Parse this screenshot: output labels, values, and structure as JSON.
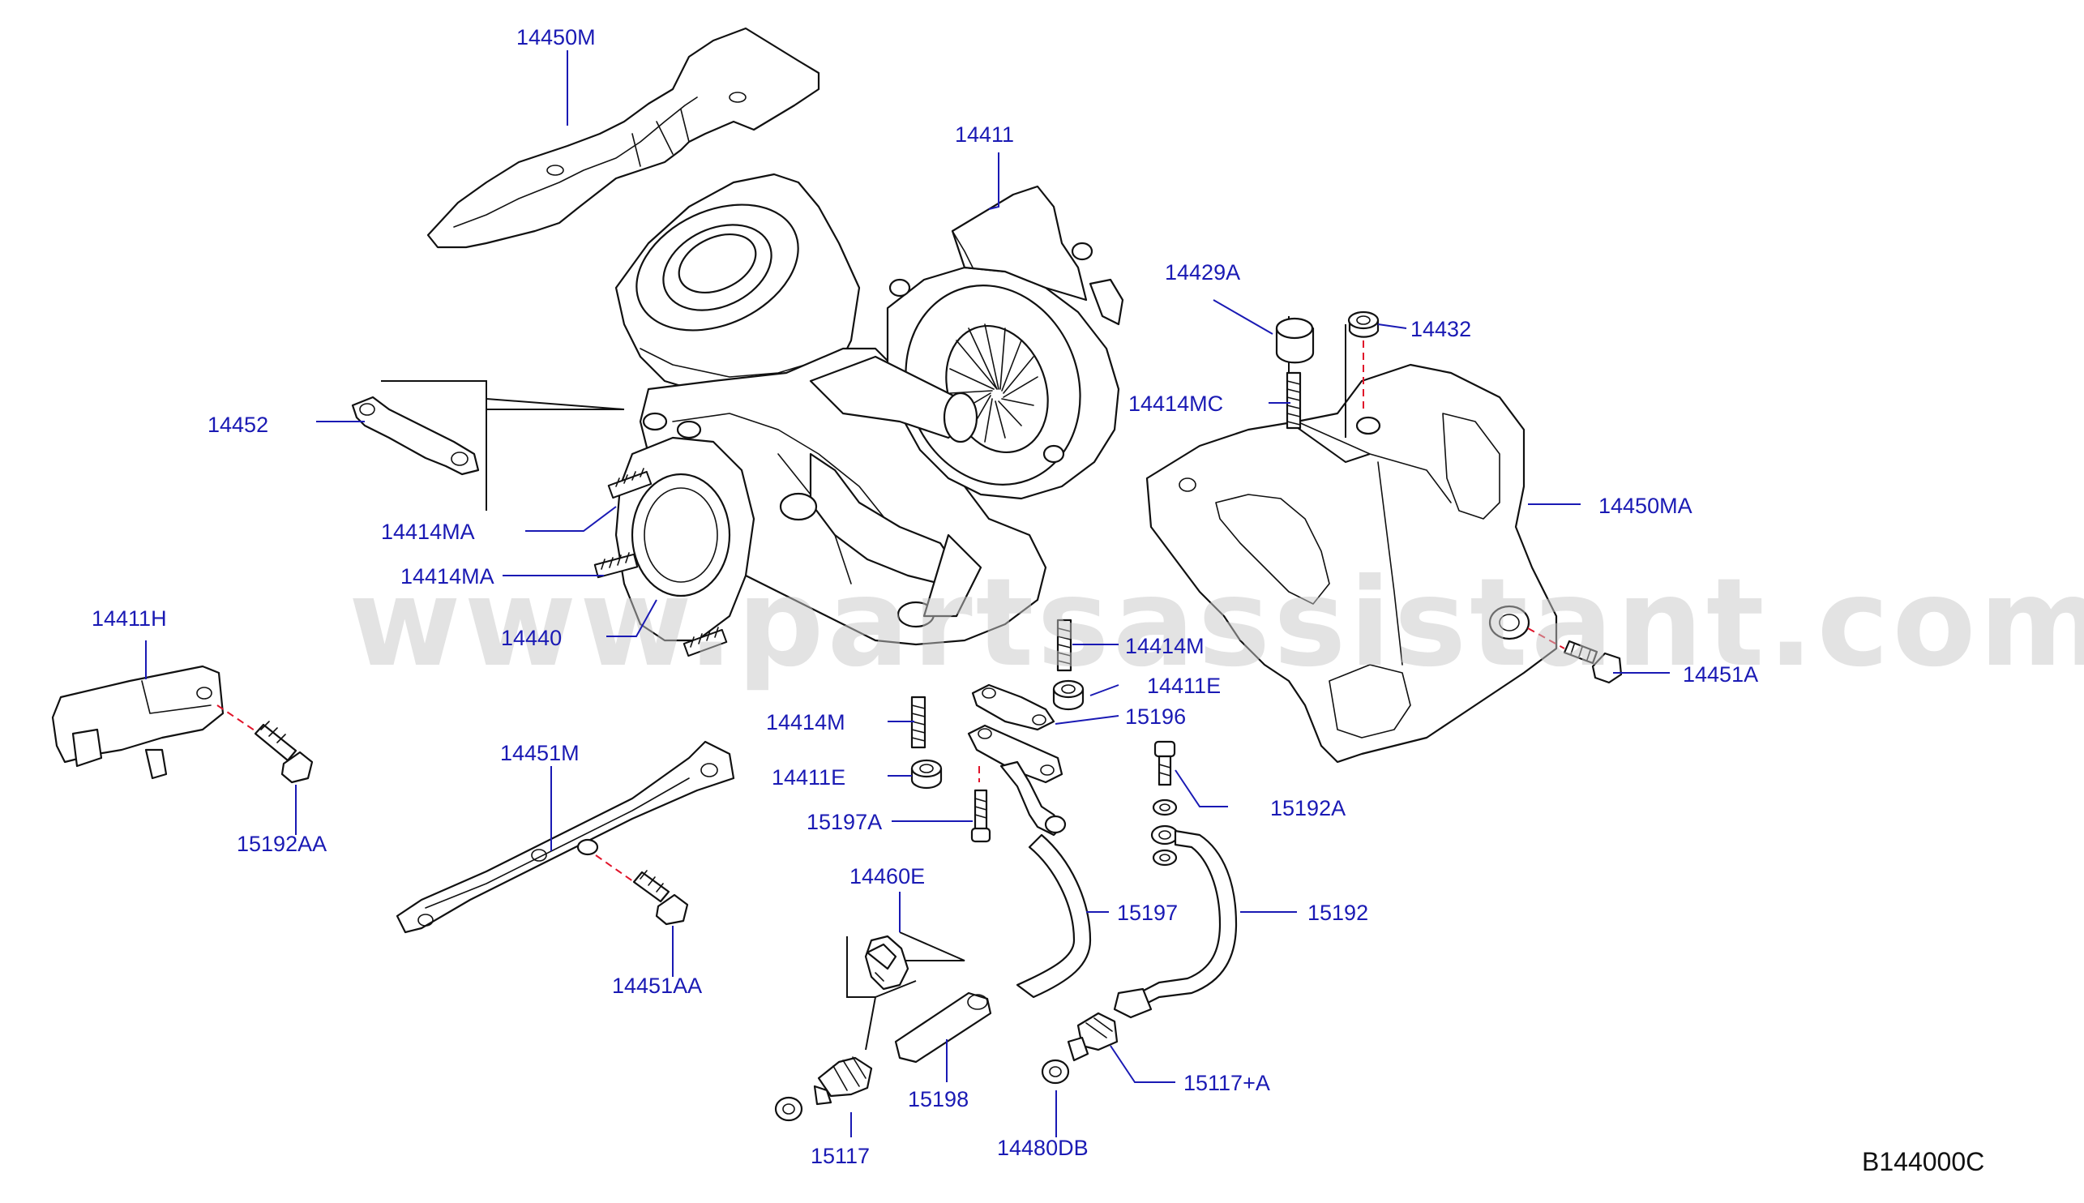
{
  "watermark": "www.partsassistant.com",
  "diagram_code": "B144000C",
  "labels": {
    "p14450M": "14450M",
    "p14411": "14411",
    "p14429A": "14429A",
    "p14432": "14432",
    "p14414MC": "14414MC",
    "p14452": "14452",
    "p14450MA": "14450MA",
    "p14414MA_1": "14414MA",
    "p14414MA_2": "14414MA",
    "p14440": "14440",
    "p14411H": "14411H",
    "p14414M_1": "14414M",
    "p14411E_1": "14411E",
    "p15196": "15196",
    "p14451A": "14451A",
    "p14414M_2": "14414M",
    "p14411E_2": "14411E",
    "p15192A": "15192A",
    "p15197A": "15197A",
    "p15192AA": "15192AA",
    "p14451M": "14451M",
    "p14460E": "14460E",
    "p15197": "15197",
    "p15192": "15192",
    "p14451AA": "14451AA",
    "p15198": "15198",
    "p15117A": "15117+A",
    "p15117": "15117",
    "p14480DB": "14480DB"
  }
}
